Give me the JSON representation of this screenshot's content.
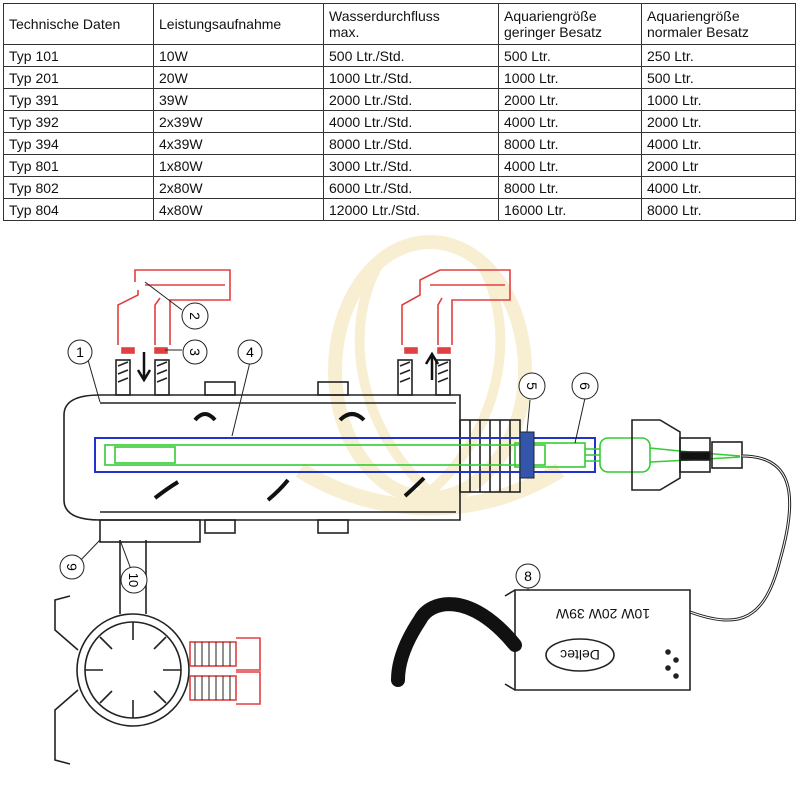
{
  "table": {
    "headers": [
      "Technische Daten",
      "Leistungsaufnahme",
      "Wasserdurchfluss\nmax.",
      "Aquariengröße\ngeringer Besatz",
      "Aquariengröße\nnormaler Besatz"
    ],
    "rows": [
      [
        "Typ 101",
        "10W",
        "500 Ltr./Std.",
        "500 Ltr.",
        "250 Ltr."
      ],
      [
        "Typ 201",
        "20W",
        "1000 Ltr./Std.",
        "1000 Ltr.",
        "500 Ltr."
      ],
      [
        "Typ 391",
        "39W",
        "2000 Ltr./Std.",
        "2000 Ltr.",
        "1000 Ltr."
      ],
      [
        "Typ 392",
        "2x39W",
        "4000 Ltr./Std.",
        "4000 Ltr.",
        "2000 Ltr."
      ],
      [
        "Typ 394",
        "4x39W",
        "8000 Ltr./Std.",
        "8000 Ltr.",
        "4000 Ltr."
      ],
      [
        "Typ 801",
        "1x80W",
        "3000 Ltr./Std.",
        "4000 Ltr.",
        "2000 Ltr"
      ],
      [
        "Typ 802",
        "2x80W",
        "6000 Ltr./Std.",
        "8000 Ltr.",
        "4000 Ltr."
      ],
      [
        "Typ 804",
        "4x80W",
        "12000 Ltr./Std.",
        "16000 Ltr.",
        "8000 Ltr."
      ]
    ]
  },
  "diagram": {
    "callouts": [
      "1",
      "2",
      "3",
      "4",
      "5",
      "6",
      "8",
      "9",
      "10"
    ],
    "ballast_rating": "10W 20W 39W",
    "ballast_brand": "Deltec",
    "colors": {
      "line": "#222222",
      "fitting_red": "#e04040",
      "lamp_green": "#33cc33",
      "tube_blue": "#2233cc",
      "nut_blue": "#3355aa",
      "watermark": "#f3e3b0",
      "cable": "#111111"
    }
  }
}
